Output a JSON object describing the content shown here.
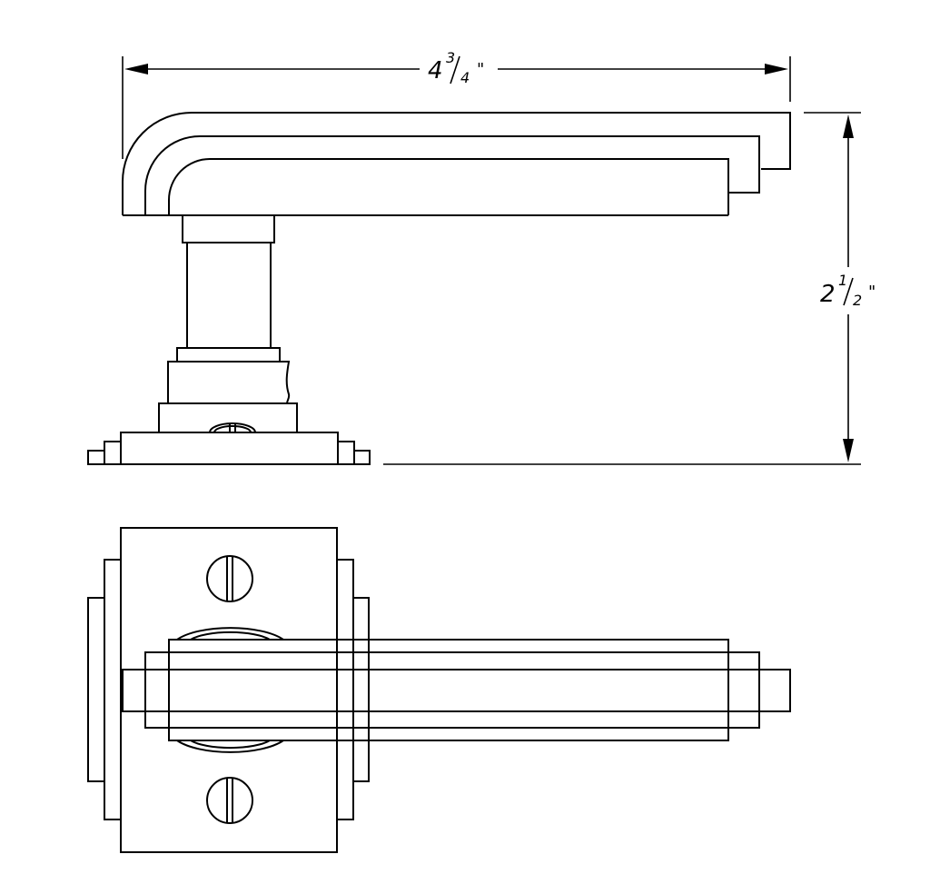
{
  "dimensions": {
    "width": {
      "whole": "4",
      "numerator": "3",
      "denominator": "4",
      "unit": "\""
    },
    "height": {
      "whole": "2",
      "numerator": "1",
      "denominator": "2",
      "unit": "\""
    }
  }
}
